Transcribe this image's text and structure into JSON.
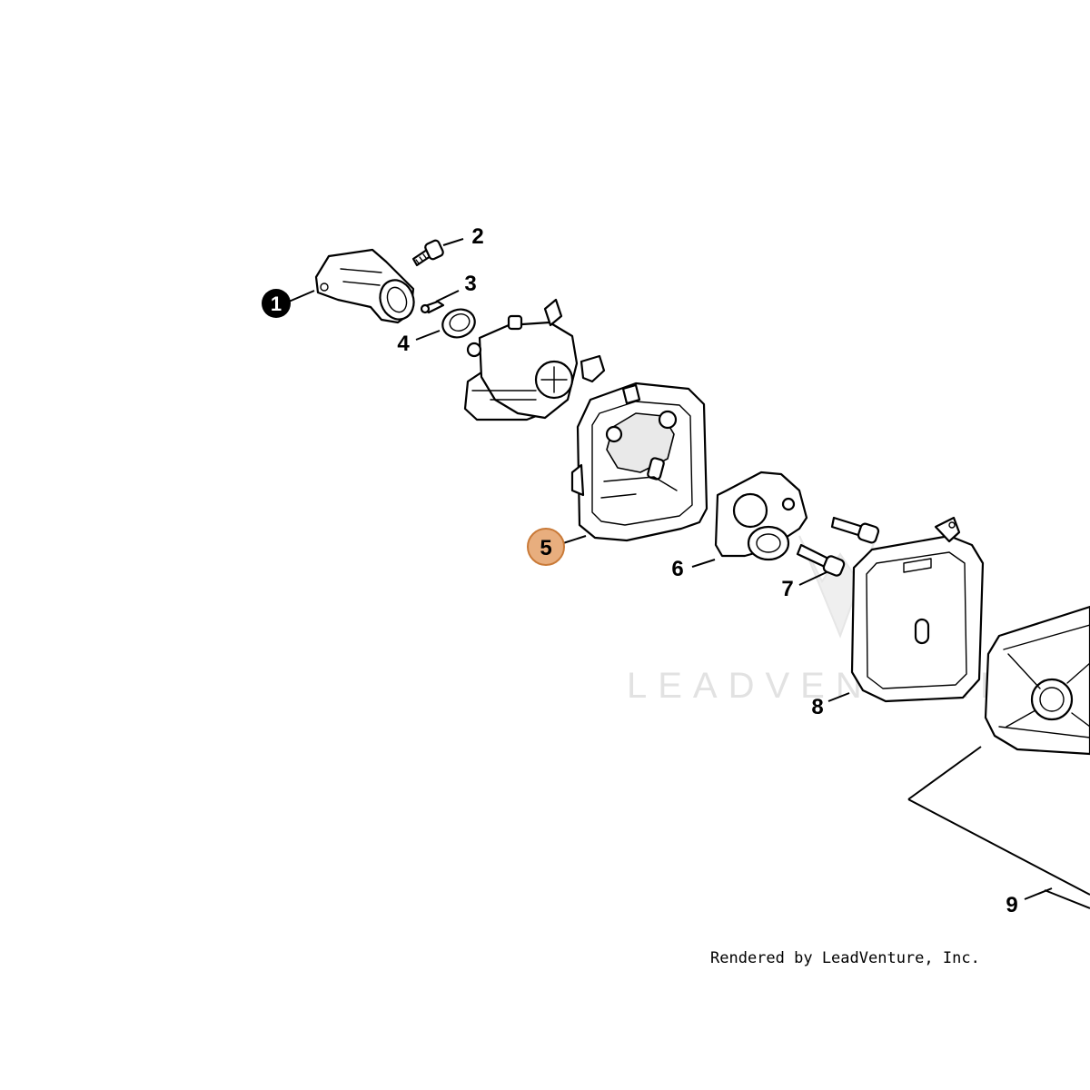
{
  "callouts": {
    "c1": "1",
    "c2": "2",
    "c3": "3",
    "c4": "4",
    "c5": "5",
    "c6": "6",
    "c7": "7",
    "c8": "8",
    "c9": "9"
  },
  "watermark": "LEADVENTURE",
  "footer": "Rendered by LeadVenture, Inc.",
  "colors": {
    "highlight_fill": "#e8ae7e",
    "highlight_stroke": "#c97a38",
    "callout1_fill": "#000000",
    "line": "#000000"
  }
}
